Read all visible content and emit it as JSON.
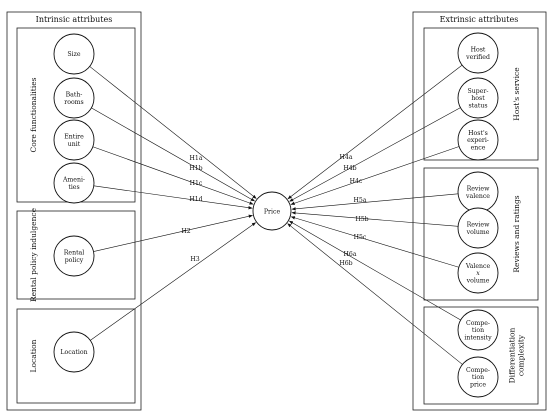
{
  "left_panel": {
    "title": "Intrinsic attributes",
    "groups": [
      {
        "label": "Core functionalities",
        "nodes": [
          "Size",
          "Bath-|rooms",
          "Entire|unit",
          "Ameni-|ties"
        ]
      },
      {
        "label": "Rental policy indulgence",
        "nodes": [
          "Rental|policy"
        ]
      },
      {
        "label": "Location",
        "nodes": [
          "Location"
        ]
      }
    ]
  },
  "right_panel": {
    "title": "Extrinsic attributes",
    "groups": [
      {
        "label": "Host's service",
        "nodes": [
          "Host|verified",
          "Super-|host|status",
          "Host's|experi-|ence"
        ]
      },
      {
        "label": "Reviews and ratings",
        "nodes": [
          "Review|valence",
          "Review|volume",
          "Valence|x|volume"
        ]
      },
      {
        "label": "Differentiation|complexity",
        "nodes": [
          "Compe-|tion|intensity",
          "Compe-|tion|price"
        ]
      }
    ]
  },
  "center": {
    "label": "Price"
  },
  "hypotheses_left": [
    "H1a",
    "H1b",
    "H1c",
    "H1d",
    "H2",
    "H3"
  ],
  "hypotheses_right": [
    "H4a",
    "H4b",
    "H4c",
    "H5a",
    "H5b",
    "H5c",
    "H6a",
    "H6b"
  ]
}
